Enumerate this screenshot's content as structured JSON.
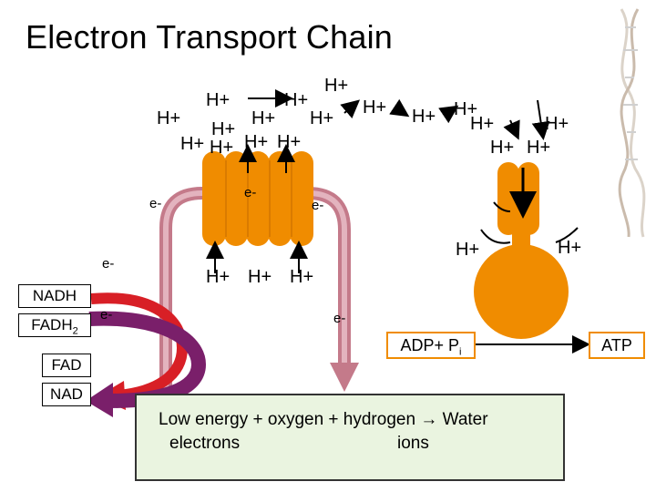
{
  "title": "Electron Transport Chain",
  "protons": {
    "h_plus": "H+"
  },
  "electron": "e-",
  "inputs": {
    "nadh": "NADH",
    "fadh2_base": "FADH",
    "fadh2_sub": "2",
    "fad": "FAD",
    "nad": "NAD"
  },
  "atp_synthase": {
    "adp_label_main": "ADP+ P",
    "adp_label_sub": "i",
    "atp_label": "ATP"
  },
  "summary": {
    "line1_part1": "Low energy + oxygen + hydrogen",
    "arrow": "→",
    "line1_part2": "Water",
    "line2_left": "electrons",
    "line2_right": "ions"
  },
  "colors": {
    "complex": "#f08c00",
    "electron_path": "#c47a8a",
    "cycle_arrow": "#7a1f6a",
    "result_box": "#eaf4e0"
  }
}
